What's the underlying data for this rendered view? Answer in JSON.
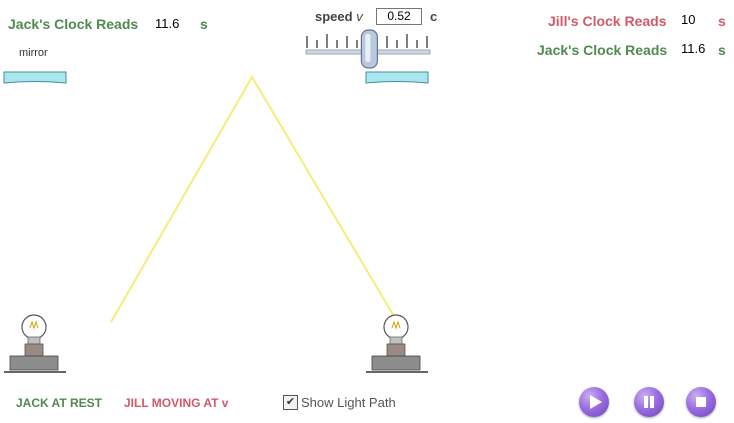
{
  "left_panel": {
    "clock_label": "Jack's Clock Reads",
    "clock_value": "11.6",
    "clock_unit": "s",
    "mirror_label": "mirror"
  },
  "speed_control": {
    "label": "speed",
    "symbol": "v",
    "value": "0.52",
    "unit": "c",
    "slider_fraction": 0.52
  },
  "right_panel": {
    "jill_label": "Jill's Clock Reads",
    "jill_value": "10",
    "jill_unit": "s",
    "jack_label": "Jack's Clock Reads",
    "jack_value": "11.6",
    "jack_unit": "s"
  },
  "footer": {
    "jack_status": "JACK AT REST",
    "jill_status": "JILL MOVING AT v",
    "show_path_label": "Show Light Path",
    "show_path_checked": true
  },
  "controls": {
    "play_icon": "play-icon",
    "pause_icon": "pause-icon",
    "stop_icon": "stop-icon"
  },
  "colors": {
    "jack": "#4f8a4f",
    "jill": "#d05a68",
    "light_path": "#f6ec7a",
    "mirror": "#a8e6f0",
    "button": "#8a5fd6"
  }
}
